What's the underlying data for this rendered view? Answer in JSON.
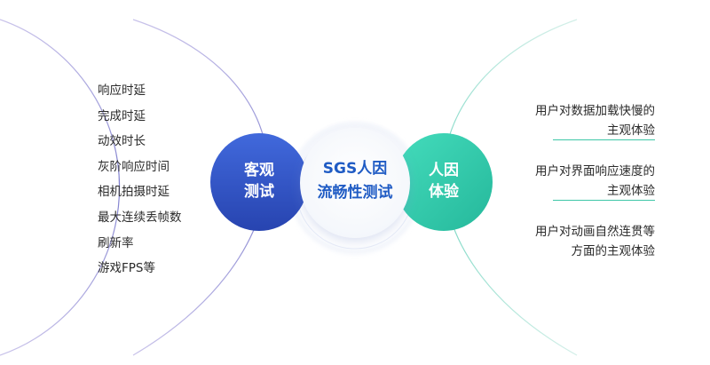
{
  "left_circle": {
    "line1": "客观",
    "line2": "测试"
  },
  "center_circle": {
    "line1": "SGS人因",
    "line2": "流畅性测试"
  },
  "right_circle": {
    "line1": "人因",
    "line2": "体验"
  },
  "objective_metrics": [
    "响应时延",
    "完成时延",
    "动效时长",
    "灰阶响应时间",
    "相机拍摄时延",
    "最大连续丢帧数",
    "刷新率",
    "游戏FPS等"
  ],
  "subjective_items": [
    {
      "line1": "用户对数据加载快慢的",
      "line2": "主观体验"
    },
    {
      "line1": "用户对界面响应速度的",
      "line2": "主观体验"
    },
    {
      "line1": "用户对动画自然连贯等",
      "line2": "方面的主观体验"
    }
  ],
  "colors": {
    "left_circle_top": "#3a5fd6",
    "left_circle_bottom": "#2846b4",
    "right_circle_top": "#3fd7b5",
    "right_circle_bottom": "#2ec2a3",
    "center_text": "#1f5bc4",
    "separator": "#3ec7a7"
  }
}
